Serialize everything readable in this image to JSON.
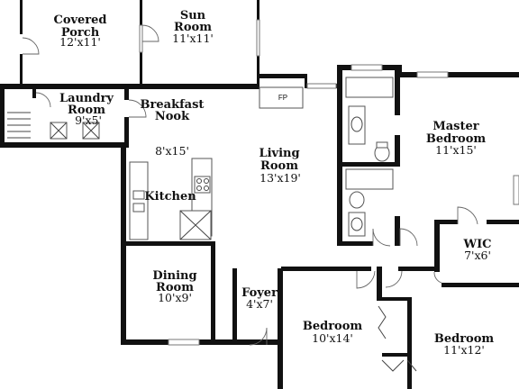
{
  "rooms": {
    "covered_porch": {
      "name_lines": [
        "Covered",
        "Porch"
      ],
      "dims": "12'x11'"
    },
    "sun_room": {
      "name_lines": [
        "Sun",
        "Room"
      ],
      "dims": "11'x11'"
    },
    "laundry_room": {
      "name_lines": [
        "Laundry",
        "Room"
      ],
      "dims": "9'x5'"
    },
    "breakfast_nook": {
      "name_lines": [
        "Breakfast",
        "Nook"
      ],
      "dims": "8'x15'"
    },
    "fireplace": {
      "name": "FP"
    },
    "living_room": {
      "name_lines": [
        "Living",
        "Room"
      ],
      "dims": "13'x19'"
    },
    "master_bedroom": {
      "name_lines": [
        "Master",
        "Bedroom"
      ],
      "dims": "11'x15'"
    },
    "kitchen": {
      "name": "Kitchen"
    },
    "wic": {
      "name": "WIC",
      "dims": "7'x6'"
    },
    "dining_room": {
      "name_lines": [
        "Dining",
        "Room"
      ],
      "dims": "10'x9'"
    },
    "foyer": {
      "name": "Foyer",
      "dims": "4'x7'"
    },
    "bedroom_2": {
      "name": "Bedroom",
      "dims": "10'x14'"
    },
    "bedroom_3": {
      "name": "Bedroom",
      "dims": "11'x12'"
    }
  }
}
